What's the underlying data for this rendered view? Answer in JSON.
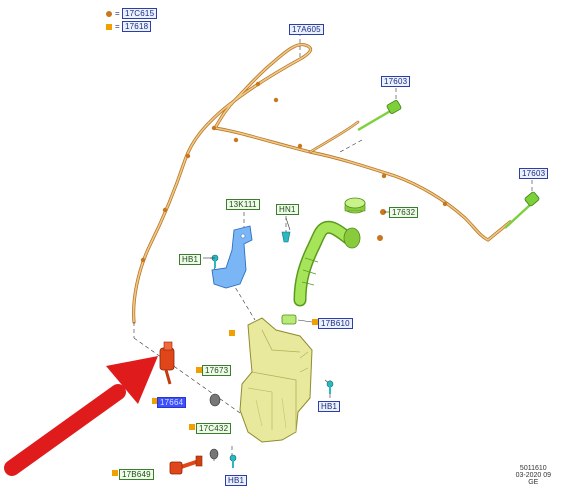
{
  "legend": {
    "items": [
      {
        "symbol": "dot",
        "eq": "=",
        "code": "17C615",
        "color": "#c8771f"
      },
      {
        "symbol": "square",
        "eq": "=",
        "code": "17618",
        "color": "#f0a000"
      }
    ]
  },
  "labels": {
    "p17A605": "17A605",
    "p17603_top": "17603",
    "p17603_right": "17603",
    "p13K111": "13K111",
    "pHN1": "HN1",
    "p17632": "17632",
    "pHB1_left": "HB1",
    "p17B610": "17B610",
    "p17673": "17673",
    "p17664": "17664",
    "pHB1_right": "HB1",
    "p17C432": "17C432",
    "p17B649": "17B649",
    "pHB1_bottom": "HB1"
  },
  "stamp": {
    "line1": "5011610",
    "line2": "03-2020 09",
    "line3": "GE"
  },
  "colors": {
    "hose": "#d9a35a",
    "tank": "#e6e79a",
    "tank_edge": "#9d9a3c",
    "filler": "#9fe04a",
    "nozzle": "#7cd13a",
    "bracket": "#5aa0f0",
    "pump_red": "#e0461a",
    "arrow_red": "#e01b1b",
    "clip_teal": "#2bb8c0"
  }
}
